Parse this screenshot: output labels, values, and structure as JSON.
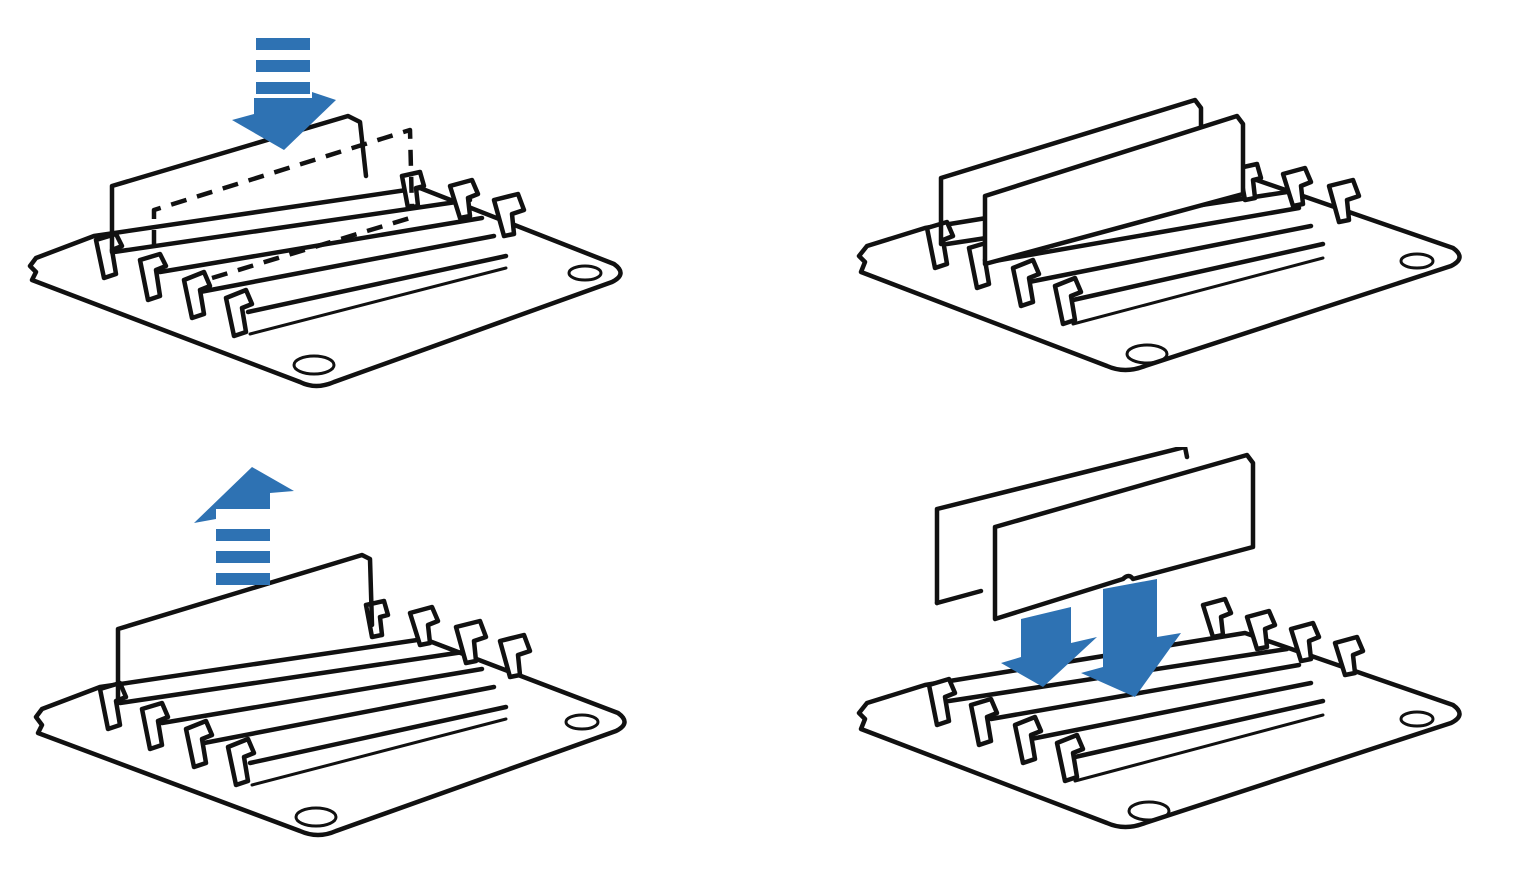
{
  "colors": {
    "arrow": "#2e72b3",
    "line": "#111111",
    "background": "#ffffff"
  },
  "panels": [
    {
      "id": "install-single",
      "arrow": "down",
      "modules": 1,
      "module_state": "inserting"
    },
    {
      "id": "installed-pair",
      "arrow": "none",
      "modules": 2,
      "module_state": "seated"
    },
    {
      "id": "remove-single",
      "arrow": "up",
      "modules": 1,
      "module_state": "seated"
    },
    {
      "id": "install-pair",
      "arrow": "down",
      "modules": 2,
      "module_state": "inserting"
    }
  ]
}
